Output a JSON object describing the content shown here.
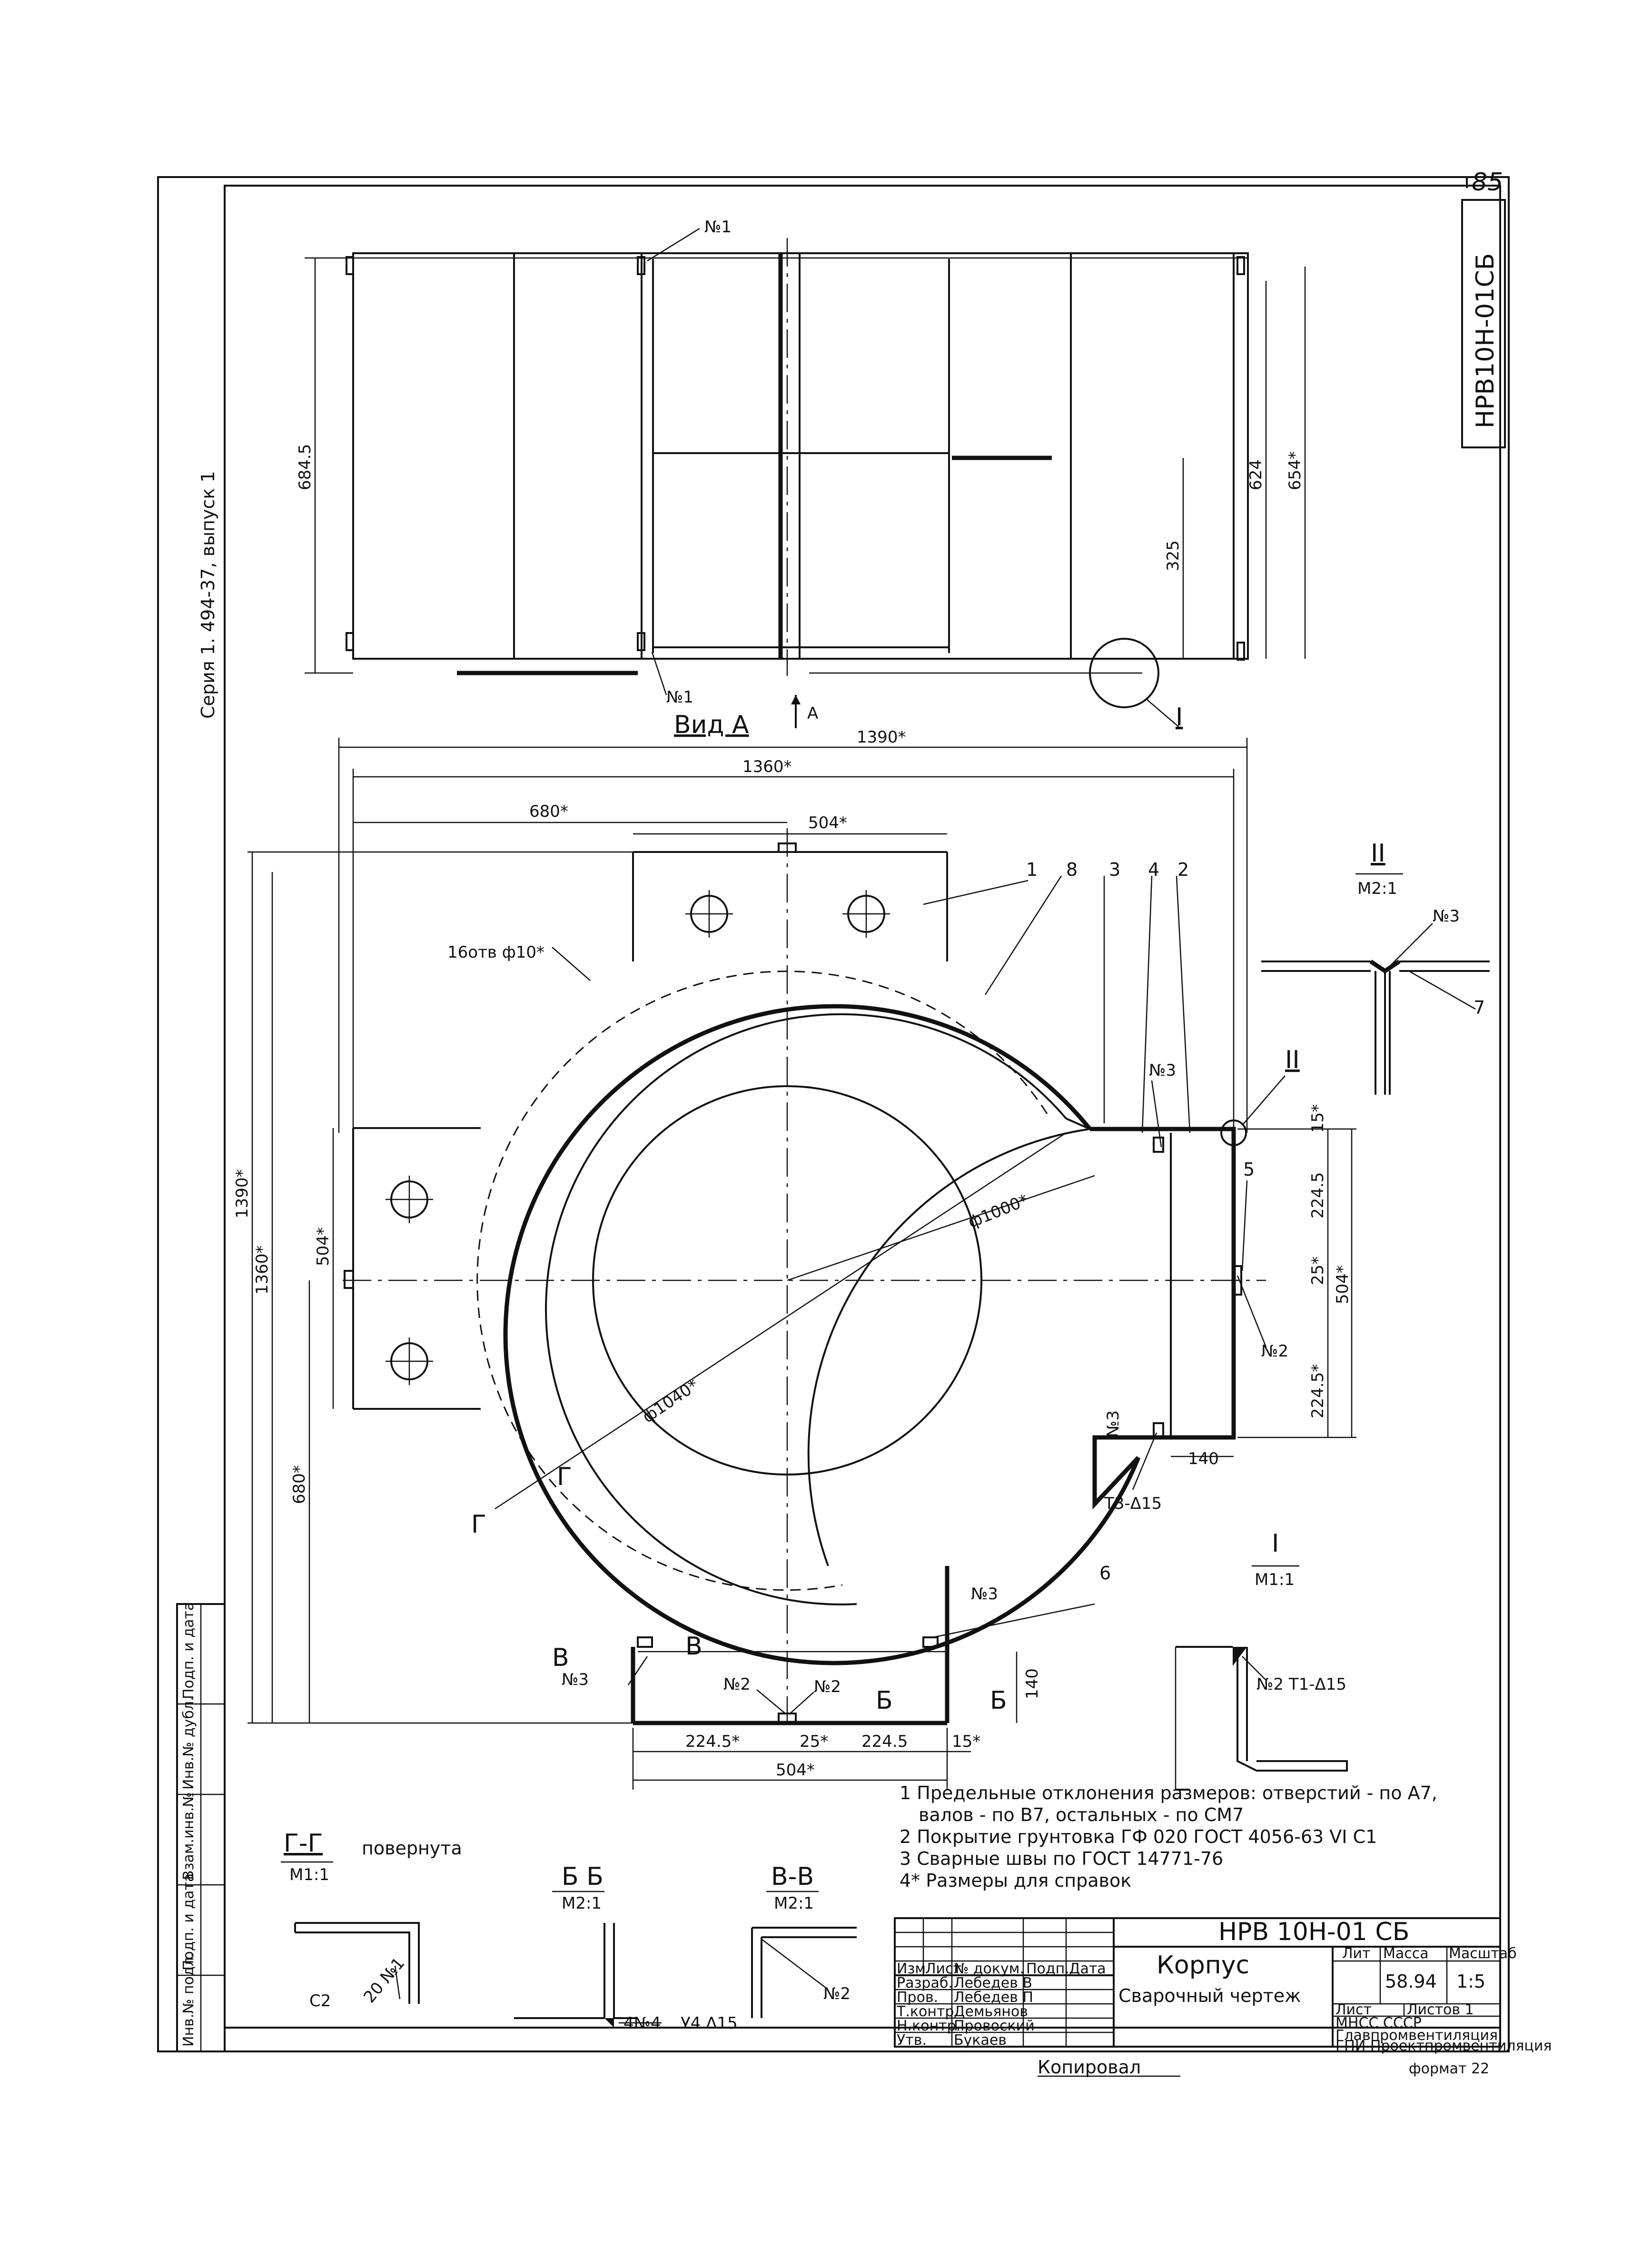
{
  "sheet": {
    "page_number": "85",
    "series_label": "Серия 1. 494-37, выпуск 1",
    "drawing_code_side": "НРВ10Н-01СБ",
    "format_label": "формат 22",
    "copied_label": "Копировал"
  },
  "views": {
    "view_a_label": "Вид А",
    "arrow_a_label": "А",
    "detail_one_label": "I",
    "detail_one_scale": "М1:1",
    "detail_two_label": "II",
    "detail_two_scale": "М2:1",
    "section_gg_label": "Г-Г",
    "section_gg_scale": "М1:1",
    "section_gg_note": "повернута",
    "section_bb_label": "Б Б",
    "section_bb_scale": "М2:1",
    "section_vv_label": "В-В",
    "section_vv_scale": "М2:1",
    "cut_g": "Г",
    "cut_b": "Б",
    "cut_v": "В"
  },
  "dimensions": {
    "top_height": "684.5",
    "top_inner_a": "325",
    "top_inner_b": "624",
    "top_inner_c": "654*",
    "width_1390": "1390*",
    "width_1360": "1360*",
    "width_680": "680*",
    "width_504_top": "504*",
    "holes_note": "16отв ф10*",
    "diameter_1000": "ф1000*",
    "diameter_1040": "ф1040*",
    "left_1390": "1390*",
    "left_1360": "1360*",
    "left_504": "504*",
    "left_680": "680*",
    "right_15": "15*",
    "right_2245_top": "224.5",
    "right_25": "25*",
    "right_504": "504*",
    "right_2245_bot": "224.5*",
    "dim_140_right": "140",
    "dim_140_bottom": "140",
    "bot_2245_left": "224.5*",
    "bot_25": "25*",
    "bot_2245_right": "224.5",
    "bot_15": "15*",
    "bot_504": "504*"
  },
  "callouts": {
    "n1_top": "№1",
    "n1_bottom": "№1",
    "pos_1": "1",
    "pos_8": "8",
    "pos_3": "3",
    "pos_4": "4",
    "pos_2": "2",
    "pos_5": "5",
    "pos_6": "6",
    "pos_7": "7",
    "n3_detail": "№3",
    "n3_right": "№3",
    "n3_lower": "№3",
    "n3_bottom": "№3",
    "n2_a": "№2",
    "n2_b": "№2",
    "n2_right": "№2",
    "n2_vv": "№2",
    "weld_t3": "Т3-Δ15",
    "weld_detail1": "№2 Т1-Δ15",
    "weld_bb": "У4 Δ15",
    "weld_bb_n": "4№4",
    "gg_c2": "С2",
    "gg_n1": "20 №1"
  },
  "notes": [
    "1 Предельные отклонения размеров: отверстий - по А7,",
    "валов - по В7, остальных - по СМ7",
    "2 Покрытие грунтовка ГФ 020 ГОСТ 4056-63 VI С1",
    "3 Сварные швы по ГОСТ 14771-76",
    "4* Размеры для справок"
  ],
  "title_block": {
    "code": "НРВ 10Н-01 СБ",
    "name": "Корпус",
    "doc_type": "Сварочный чертеж",
    "lit_header": "Лит",
    "mass_header": "Масса",
    "scale_header": "Масштаб",
    "mass_value": "58.94",
    "scale_value": "1:5",
    "sheet_label": "Лист",
    "sheets_label": "Листов 1",
    "org_1": "МНСС СССР",
    "org_2": "Главпромвентиляция",
    "org_3": "ГПИ Проектпромвентиляция",
    "col_izm": "Изм",
    "col_list": "Лист",
    "col_doc": "№ докум.",
    "col_sign": "Подп.",
    "col_date": "Дата",
    "roles": [
      "Разраб.",
      "Пров.",
      "Т.контр.",
      "",
      "Н.контр.",
      "Утв."
    ],
    "names": [
      "Лебедев В",
      "Лебедев П",
      "Демьянов",
      "",
      "Провоский",
      "Букаев"
    ]
  },
  "side_stamp": [
    "Инв.№ подл.",
    "Подп. и дата",
    "Взам.инв.№",
    "Инв.№ дубл.",
    "Подп. и дата"
  ]
}
